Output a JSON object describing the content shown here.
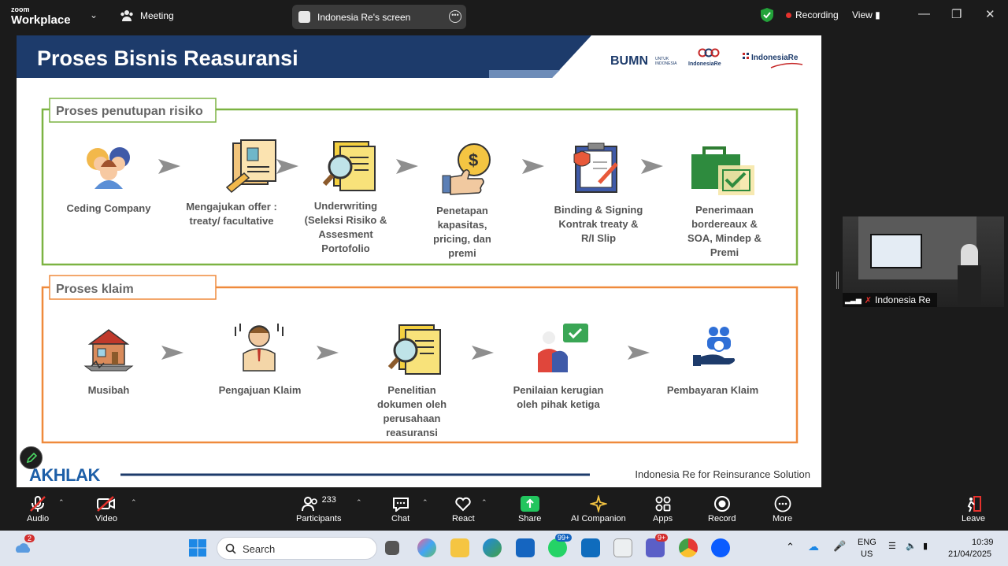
{
  "topbar": {
    "logo_zoom": "zoom",
    "logo_workplace": "Workplace",
    "meeting": "Meeting",
    "share_title": "Indonesia Re's screen",
    "recording": "Recording",
    "view": "View"
  },
  "slide": {
    "title": "Proses Bisnis Reasuransi",
    "logos": {
      "bumn": "BUMN",
      "bumn_sub1": "UNTUK",
      "bumn_sub2": "INDONESIA",
      "indonesiare": "IndonesiaRe",
      "institute": "IndonesiaRe"
    },
    "section1": {
      "title": "Proses penutupan risiko",
      "steps": [
        {
          "icon": "people-icon",
          "lines": [
            "Ceding Company"
          ]
        },
        {
          "icon": "document-offer-icon",
          "lines": [
            "Mengajukan offer :",
            "treaty/ facultative"
          ]
        },
        {
          "icon": "magnifier-document-icon",
          "lines": [
            "Underwriting",
            "(Seleksi Risiko &",
            "Assesment",
            "Portofolio"
          ]
        },
        {
          "icon": "hand-money-icon",
          "lines": [
            "Penetapan",
            "kapasitas,",
            "pricing, dan",
            "premi"
          ]
        },
        {
          "icon": "contract-icon",
          "lines": [
            "Binding & Signing",
            "Kontrak treaty &",
            "R/I Slip"
          ]
        },
        {
          "icon": "briefcase-check-icon",
          "lines": [
            "Penerimaan",
            "bordereaux &",
            "SOA, Mindep &",
            "Premi"
          ]
        }
      ]
    },
    "section2": {
      "title": "Proses klaim",
      "steps": [
        {
          "icon": "disaster-house-icon",
          "lines": [
            "Musibah"
          ]
        },
        {
          "icon": "stressed-person-icon",
          "lines": [
            "Pengajuan Klaim"
          ]
        },
        {
          "icon": "magnifier-document-icon",
          "lines": [
            "Penelitian",
            "dokumen oleh",
            "perusahaan",
            "reasuransi"
          ]
        },
        {
          "icon": "assessor-icon",
          "lines": [
            "Penilaian kerugian",
            "oleh pihak ketiga"
          ]
        },
        {
          "icon": "hand-payment-icon",
          "lines": [
            "Pembayaran Klaim"
          ]
        }
      ]
    },
    "footer_brand": "AKHLAK",
    "footer_tagline": "Indonesia Re for Reinsurance Solution",
    "colors": {
      "navy": "#1d3b6b",
      "green": "#7cb342",
      "orange": "#ef8a3c",
      "arrow": "#8e8e8e",
      "text": "#555555"
    }
  },
  "video_tile": {
    "name": "Indonesia Re"
  },
  "controls": [
    {
      "label": "Audio",
      "icon": "mic-muted-icon"
    },
    {
      "label": "Video",
      "icon": "camera-off-icon"
    },
    {
      "label": "Participants",
      "icon": "participants-icon",
      "badge": "233"
    },
    {
      "label": "Chat",
      "icon": "chat-icon"
    },
    {
      "label": "React",
      "icon": "heart-icon"
    },
    {
      "label": "Share",
      "icon": "share-icon"
    },
    {
      "label": "AI Companion",
      "icon": "sparkle-icon"
    },
    {
      "label": "Apps",
      "icon": "apps-icon"
    },
    {
      "label": "Record",
      "icon": "record-icon"
    },
    {
      "label": "More",
      "icon": "more-icon"
    },
    {
      "label": "Leave",
      "icon": "leave-icon"
    }
  ],
  "taskbar": {
    "weather_badge": "2",
    "search_placeholder": "Search",
    "whatsapp_badge": "99+",
    "teams_badge": "9+",
    "lang1": "ENG",
    "lang2": "US",
    "time": "10:39",
    "date": "21/04/2025"
  }
}
